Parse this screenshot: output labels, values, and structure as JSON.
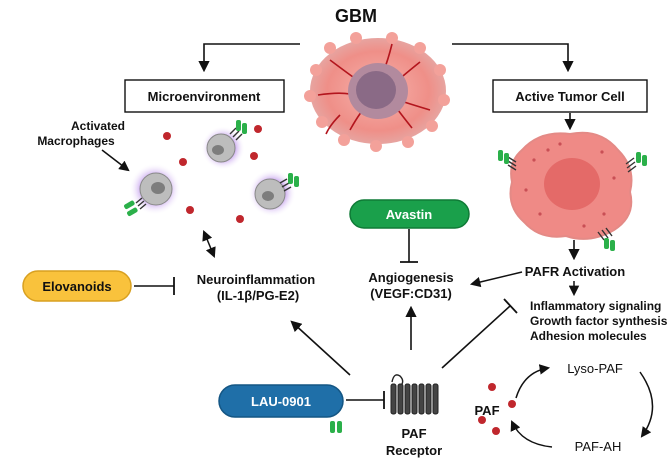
{
  "title": "GBM",
  "boxes": {
    "microenvironment": "Microenvironment",
    "active_tumor_cell": "Active Tumor Cell"
  },
  "labels": {
    "activated_macrophages_line1": "Activated",
    "activated_macrophages_line2": "Macrophages",
    "neuroinflammation_line1": "Neuroinflammation",
    "neuroinflammation_line2": "(IL-1β/PG-E2)",
    "angiogenesis_line1": "Angiogenesis",
    "angiogenesis_line2": "(VEGF:CD31)",
    "pafr_activation": "PAFR Activation",
    "effect_1": "Inflammatory signaling",
    "effect_2": "Growth factor synthesis",
    "effect_3": "Adhesion molecules",
    "paf": "PAF",
    "paf_receptor_line1": "PAF",
    "paf_receptor_line2": "Receptor",
    "lyso_paf": "Lyso-PAF",
    "paf_ah": "PAF-AH"
  },
  "drugs": {
    "elovanoids": "Elovanoids",
    "avastin": "Avastin",
    "lau": "LAU-0901"
  },
  "colors": {
    "elovanoids_fill": "#f9c23c",
    "avastin_fill": "#1aa04b",
    "lau_fill": "#1f6fa8",
    "tumor_pink": "#f08e8e",
    "nucleus": "#8a6a86",
    "dot_red": "#c0272d",
    "receptor_green": "#2bb04a",
    "macrophage_glow": "#c9a6ef",
    "macrophage_gray": "#b9b9b9"
  },
  "icons": [
    "tumor-mass-icon",
    "tumor-cell-icon",
    "macrophage-icon",
    "paf-receptor-icon",
    "antagonist-pill-icon",
    "paf-molecule-icon"
  ]
}
